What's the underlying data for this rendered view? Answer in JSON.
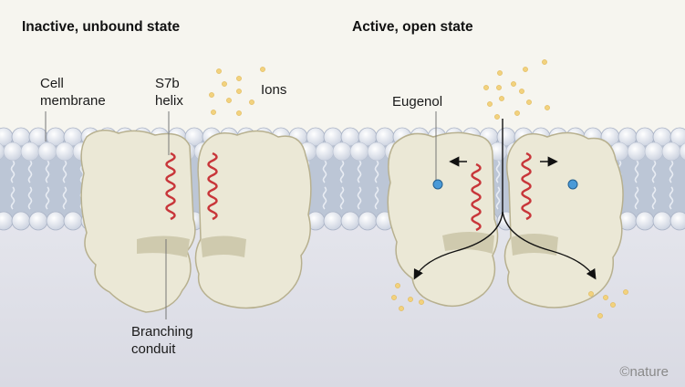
{
  "titles": {
    "left": "Inactive, unbound state",
    "right": "Active, open state"
  },
  "labels": {
    "cell_membrane_1": "Cell",
    "cell_membrane_2": "membrane",
    "s7b_1": "S7b",
    "s7b_2": "helix",
    "ions": "Ions",
    "eugenol": "Eugenol",
    "branching_1": "Branching",
    "branching_2": "conduit"
  },
  "credit": "©nature",
  "colors": {
    "background_top": "#f6f5ef",
    "background_bottom": "#dfe0e8",
    "membrane_heads": "#e9edf4",
    "membrane_core": "#bcc6d6",
    "protein": "#ebe8d6",
    "protein_edge": "#bdb797",
    "helix": "#c8363a",
    "ion": "#f2d27e",
    "eugenol": "#4a9ad8"
  }
}
